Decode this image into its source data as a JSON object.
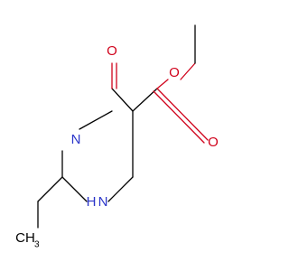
{
  "molecule": {
    "atoms": {
      "o_carbonyl_ring": {
        "label": "O",
        "color": "#d0021b"
      },
      "o_ester": {
        "label": "O",
        "color": "#d0021b"
      },
      "o_carbonyl_ester": {
        "label": "O",
        "color": "#d0021b"
      },
      "n_ring": {
        "label": "N",
        "color": "#2b35c9"
      },
      "nh_ring": {
        "label": "H",
        "label2": "N",
        "color": "#2b35c9"
      },
      "ch3_ethyl": {
        "label": "CH",
        "sub": "3",
        "color": "#000000"
      }
    },
    "colors": {
      "bond": "#000000",
      "oxygen": "#d0021b",
      "nitrogen": "#2b35c9"
    }
  }
}
